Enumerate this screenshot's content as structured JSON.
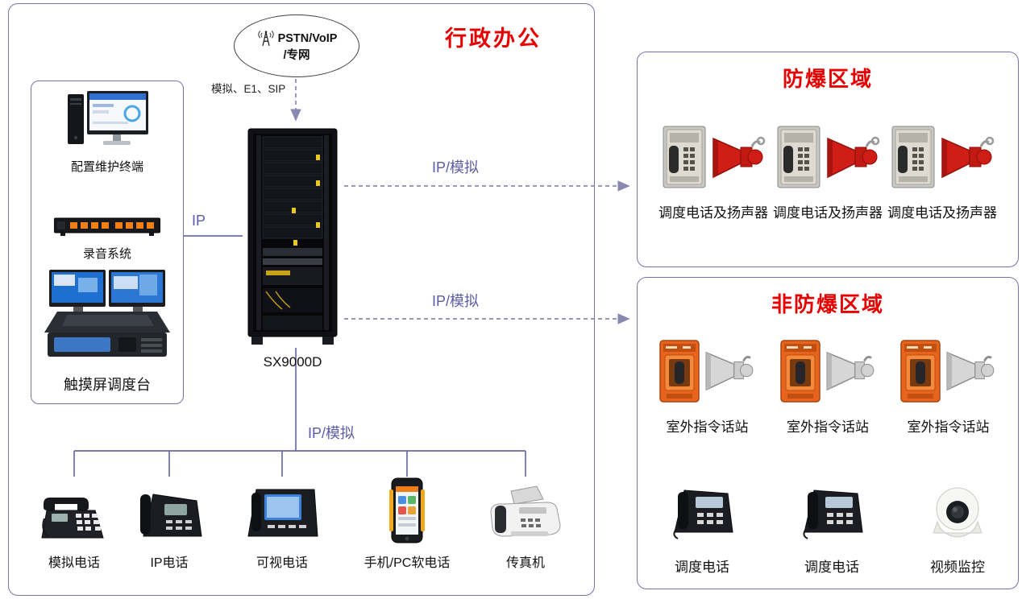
{
  "colors": {
    "area_title_red": "#e60000",
    "box_border": "#7474a6",
    "link_purple": "#5c5ca6"
  },
  "admin_area": {
    "title": "行政办公",
    "cloud": {
      "line1": "PSTN/VoIP",
      "line2": "/专网"
    },
    "trunk_label": "模拟、E1、SIP",
    "server_label": "SX9000D",
    "links": {
      "ip": "IP",
      "to_explosion": "IP/模拟",
      "to_non_explosion": "IP/模拟",
      "to_terminals": "IP/模拟"
    },
    "console_group": {
      "items": [
        {
          "label": "配置维护终端"
        },
        {
          "label": "录音系统"
        },
        {
          "label": "触摸屏调度台"
        }
      ]
    },
    "terminal_devices": [
      {
        "label": "模拟电话"
      },
      {
        "label": "IP电话"
      },
      {
        "label": "可视电话"
      },
      {
        "label": "手机/PC软电话"
      },
      {
        "label": "传真机"
      }
    ]
  },
  "explosion_area": {
    "title": "防爆区域",
    "devices": [
      {
        "label": "调度电话及扬声器"
      },
      {
        "label": "调度电话及扬声器"
      },
      {
        "label": "调度电话及扬声器"
      }
    ]
  },
  "non_explosion_area": {
    "title": "非防爆区域",
    "stations": [
      {
        "label": "室外指令话站"
      },
      {
        "label": "室外指令话站"
      },
      {
        "label": "室外指令话站"
      }
    ],
    "devices": [
      {
        "label": "调度电话"
      },
      {
        "label": "调度电话"
      },
      {
        "label": "视频监控"
      }
    ]
  }
}
